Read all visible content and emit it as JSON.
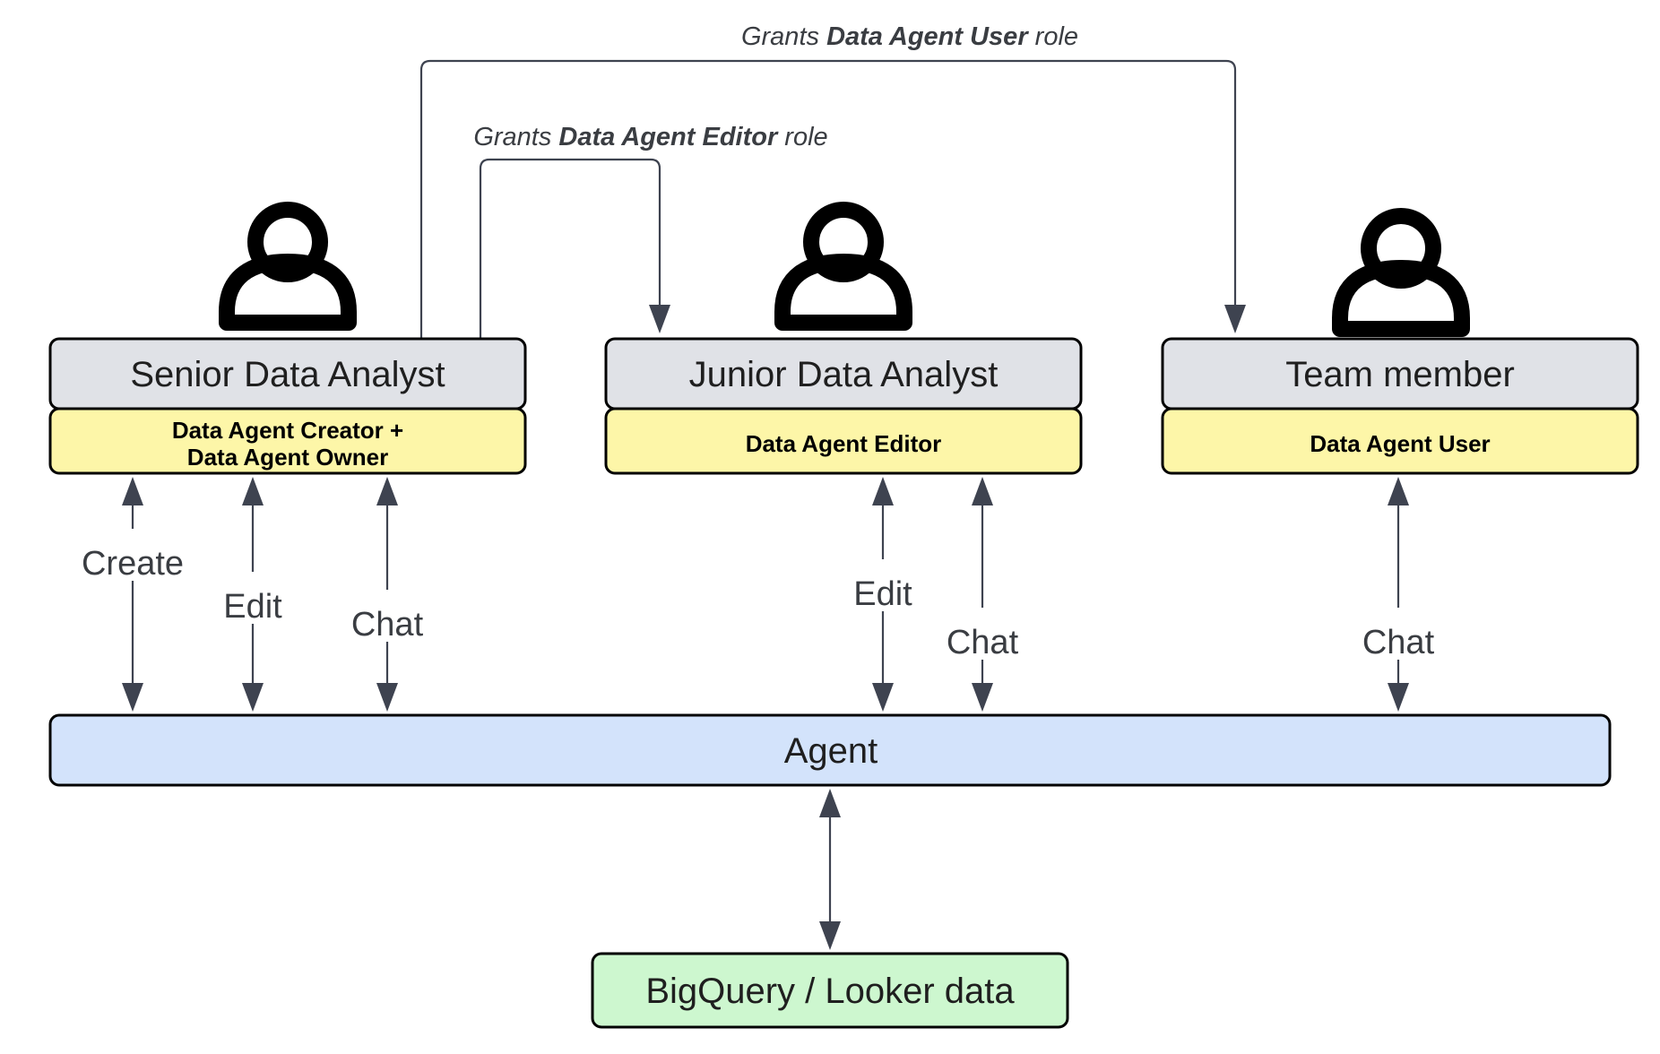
{
  "grants": {
    "user_role": {
      "prefix": "Grants ",
      "bold": "Data Agent User",
      "suffix": " role"
    },
    "editor_role": {
      "prefix": "Grants ",
      "bold": "Data Agent Editor",
      "suffix": " role"
    }
  },
  "personas": {
    "senior": {
      "title": "Senior Data Analyst",
      "role_line1": "Data Agent Creator +",
      "role_line2": "Data Agent Owner"
    },
    "junior": {
      "title": "Junior Data Analyst",
      "role": "Data Agent Editor"
    },
    "team": {
      "title": "Team member",
      "role": "Data Agent User"
    }
  },
  "actions": {
    "senior": [
      "Create",
      "Edit",
      "Chat"
    ],
    "junior": [
      "Edit",
      "Chat"
    ],
    "team": [
      "Chat"
    ]
  },
  "agent": {
    "label": "Agent"
  },
  "datasource": {
    "label": "BigQuery / Looker data"
  },
  "colors": {
    "persona_header": "#e0e2e7",
    "role_badge": "#fdf6a8",
    "agent_box": "#d3e3fb",
    "data_box": "#cdf7cf",
    "line": "#3e4350",
    "person_icon": "#000000"
  }
}
